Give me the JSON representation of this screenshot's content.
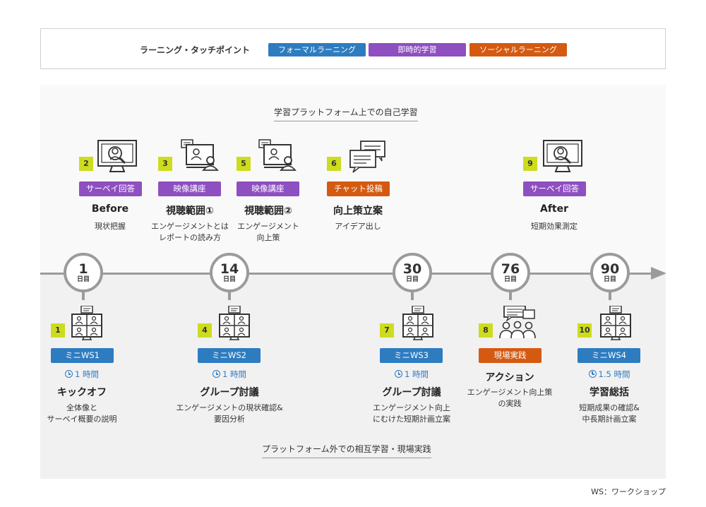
{
  "legend": {
    "title": "ラーニング・タッチポイント",
    "chips": [
      {
        "label": "フォーマルラーニング",
        "color": "#2e7cc0"
      },
      {
        "label": "即時的学習",
        "color": "#8e4fc1"
      },
      {
        "label": "ソーシャルラーニング",
        "color": "#d45a12"
      }
    ]
  },
  "upper_section_title": "学習プラットフォーム上での自己学習",
  "lower_section_title": "プラットフォーム外での相互学習・現場実践",
  "upper_items": [
    {
      "num": "2",
      "tag": "サーベイ回答",
      "title": "Before",
      "sub": "現状把握",
      "icon": "survey-monitor-icon"
    },
    {
      "num": "3",
      "tag": "映像講座",
      "title": "視聴範囲①",
      "sub": "エンゲージメントとは\nレポートの読み方",
      "icon": "video-lecture-icon"
    },
    {
      "num": "5",
      "tag": "映像講座",
      "title": "視聴範囲②",
      "sub": "エンゲージメント\n向上策",
      "icon": "video-lecture-icon"
    },
    {
      "num": "6",
      "tag": "チャット投稿",
      "title": "向上策立案",
      "sub": "アイデア出し",
      "icon": "chat-bubbles-icon"
    },
    {
      "num": "9",
      "tag": "サーベイ回答",
      "title": "After",
      "sub": "短期効果測定",
      "icon": "survey-monitor-icon"
    }
  ],
  "days": [
    {
      "num": "1",
      "unit": "日目"
    },
    {
      "num": "14",
      "unit": "日目"
    },
    {
      "num": "30",
      "unit": "日目"
    },
    {
      "num": "76",
      "unit": "日目"
    },
    {
      "num": "90",
      "unit": "日目"
    }
  ],
  "lower_items": [
    {
      "num": "1",
      "tag": "ミニWS1",
      "duration": "1 時間",
      "title": "キックオフ",
      "sub": "全体像と\nサーベイ概要の説明",
      "icon": "video-meeting-icon"
    },
    {
      "num": "4",
      "tag": "ミニWS2",
      "duration": "1 時間",
      "title": "グループ討議",
      "sub": "エンゲージメントの現状確認&\n要因分析",
      "icon": "video-meeting-icon"
    },
    {
      "num": "7",
      "tag": "ミニWS3",
      "duration": "1 時間",
      "title": "グループ討議",
      "sub": "エンゲージメント向上\nにむけた短期計画立案",
      "icon": "video-meeting-icon"
    },
    {
      "num": "8",
      "tag": "現場実践",
      "duration": "",
      "title": "アクション",
      "sub": "エンゲージメント向上策\nの実践",
      "icon": "team-discussion-icon"
    },
    {
      "num": "10",
      "tag": "ミニWS4",
      "duration": "1.5 時間",
      "title": "学習総括",
      "sub": "短期成果の確認&\n中長期計画立案",
      "icon": "video-meeting-icon"
    }
  ],
  "footnote": "WS：ワークショップ"
}
